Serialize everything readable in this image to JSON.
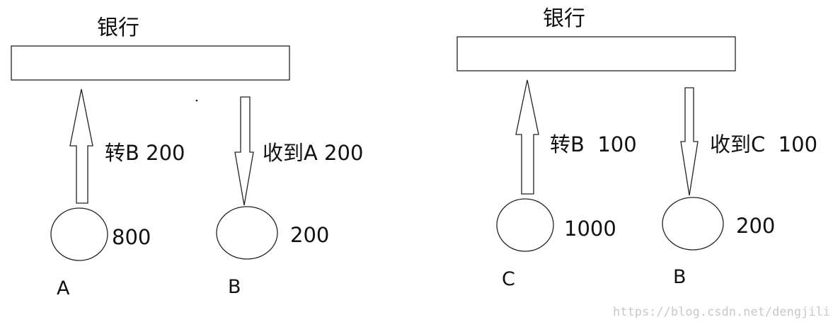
{
  "left_panel": {
    "bank_label": "银行",
    "transfer_label": "转B 200",
    "receive_label": "收到A 200",
    "account_a": {
      "name": "A",
      "balance": "800"
    },
    "account_b": {
      "name": "B",
      "balance": "200"
    }
  },
  "right_panel": {
    "bank_label": "银行",
    "transfer_label": "转B  100",
    "receive_label": "收到C  100",
    "account_c": {
      "name": "C",
      "balance": "1000"
    },
    "account_b": {
      "name": "B",
      "balance": "200"
    }
  },
  "watermark": "https://blog.csdn.net/dengjili"
}
